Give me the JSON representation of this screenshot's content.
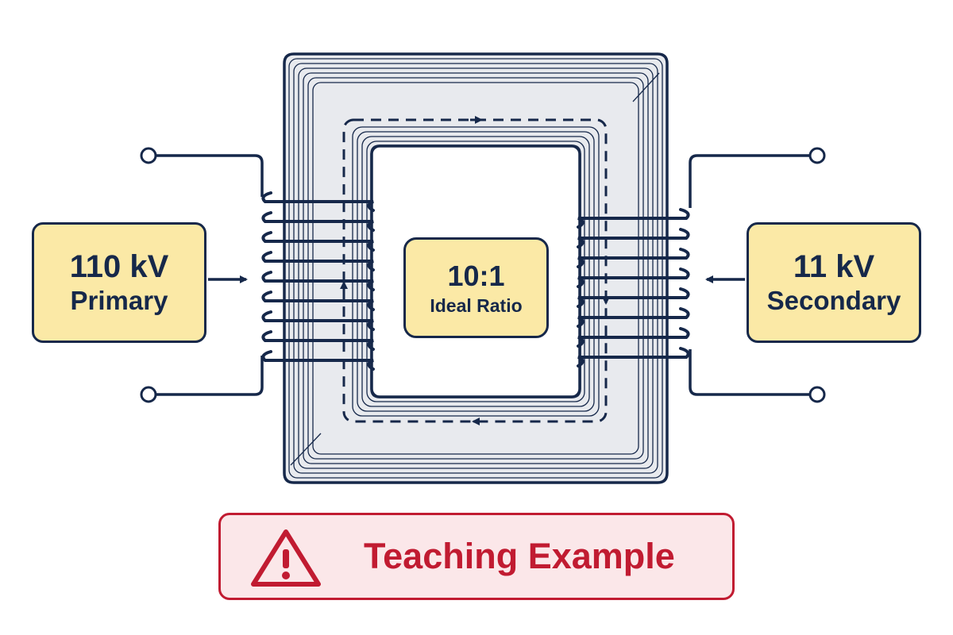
{
  "primary": {
    "voltage": "110 kV",
    "label": "Primary"
  },
  "secondary": {
    "voltage": "11 kV",
    "label": "Secondary"
  },
  "ratio": {
    "value": "10:1",
    "label": "Ideal Ratio"
  },
  "banner": {
    "text": "Teaching Example",
    "icon": "warning-triangle-icon"
  },
  "colors": {
    "ink": "#16284a",
    "label_fill": "#fbe9a6",
    "core_fill": "#e8eaee",
    "warning": "#c11b31",
    "warning_fill": "#fbe7e9"
  }
}
